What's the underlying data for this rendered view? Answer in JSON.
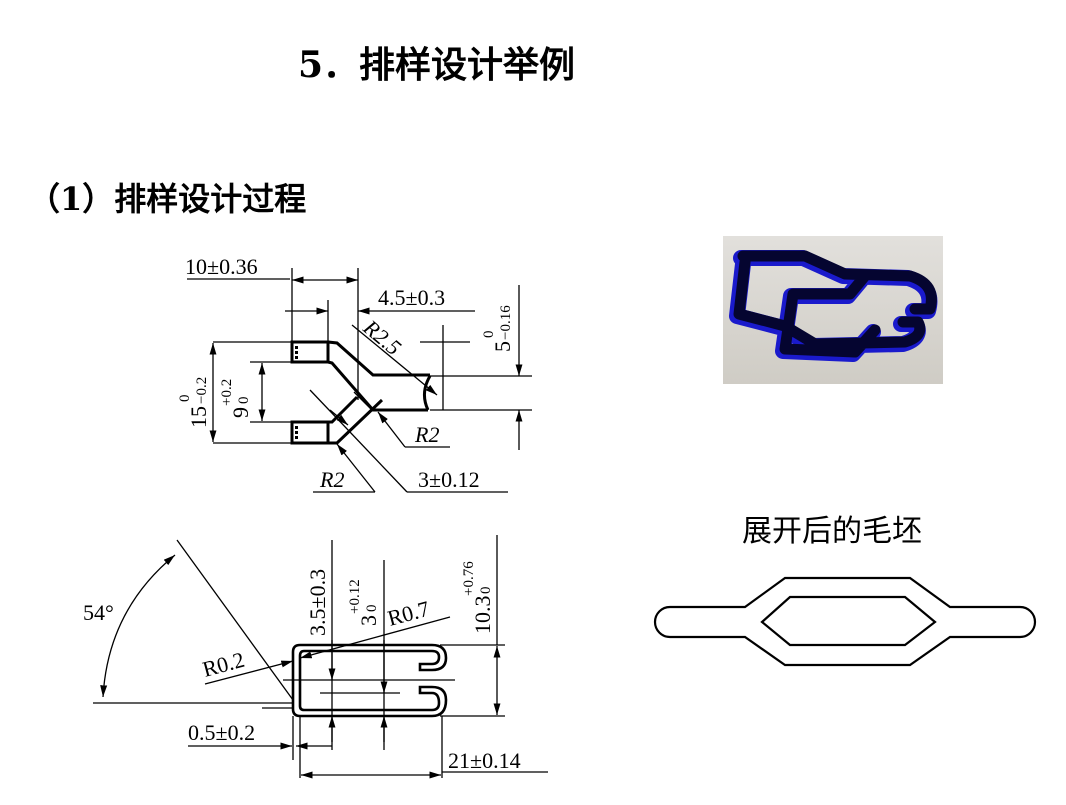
{
  "title": "5．排样设计举例",
  "subtitle": "（1）排样设计过程",
  "top_drawing": {
    "dim_width": "10±0.36",
    "dim_offset": "4.5±0.3",
    "dim_r25": "R2.5",
    "dim_height_5": "5",
    "dim_height_5_tol_upper": "0",
    "dim_height_5_tol_lower": "−0.16",
    "dim_height_15": "15",
    "dim_height_15_tol_upper": "0",
    "dim_height_15_tol_lower": "−0.2",
    "dim_height_9": "9",
    "dim_height_9_tol_upper": "+0.2",
    "dim_height_9_tol_lower": "0",
    "dim_r2_right": "R2",
    "dim_r2_bottom": "R2",
    "dim_thickness": "3±0.12"
  },
  "bottom_drawing": {
    "angle": "54°",
    "dim_r02": "R0.2",
    "dim_r07": "R0.7",
    "dim_35": "3.5±0.3",
    "dim_3": "3",
    "dim_3_tol_upper": "+0.12",
    "dim_3_tol_lower": "0",
    "dim_103": "10.3",
    "dim_103_tol_upper": "+0.76",
    "dim_103_tol_lower": "0",
    "dim_05": "0.5±0.2",
    "dim_21": "21±0.14"
  },
  "blank_caption": "展开后的毛坯",
  "colors": {
    "part_blue": "#1a1acc",
    "part_dark": "#050530",
    "photo_bg": "#d8d5cf"
  }
}
